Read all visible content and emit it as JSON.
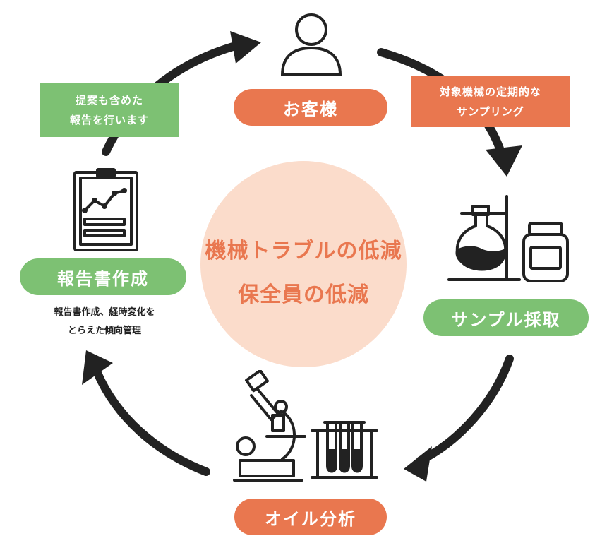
{
  "center": {
    "line1": "機械トラブルの低減",
    "line2": "保全員の低減"
  },
  "steps": {
    "customer": {
      "label": "お客様"
    },
    "sampling": {
      "label": "サンプル採取"
    },
    "analysis": {
      "label": "オイル分析"
    },
    "report": {
      "label": "報告書作成",
      "caption_line1": "報告書作成、経時変化を",
      "caption_line2": "とらえた傾向管理"
    }
  },
  "notes": {
    "periodic_sampling": {
      "line1": "対象機械の定期的な",
      "line2": "サンプリング"
    },
    "proposal": {
      "line1": "提案も含めた",
      "line2": "報告を行います"
    }
  },
  "icons": [
    "person-icon",
    "flask-stand-icon",
    "jar-icon",
    "microscope-icon",
    "test-tube-rack-icon",
    "clipboard-chart-icon"
  ],
  "colors": {
    "accent_orange": "#e9774f",
    "accent_green": "#7dc173",
    "center_fill": "#fbdccb",
    "arrow": "#222222"
  }
}
